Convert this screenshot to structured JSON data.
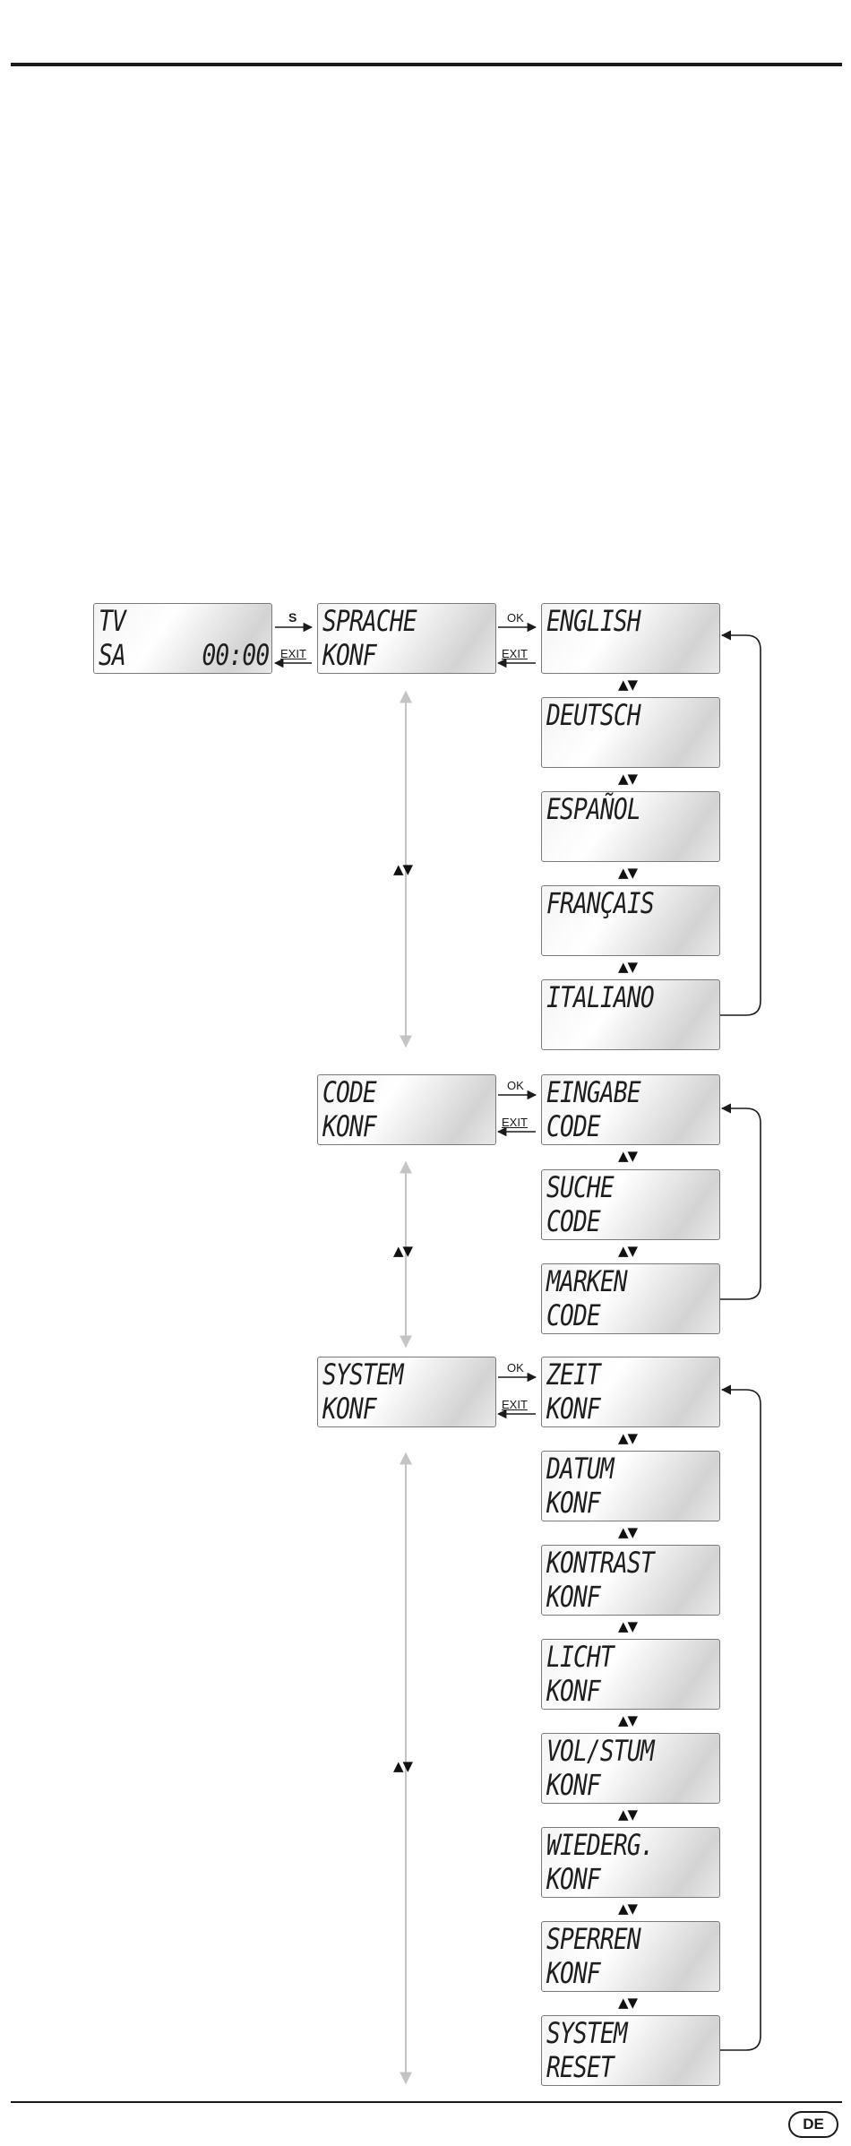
{
  "screens": {
    "start": {
      "line1": "TV",
      "line2": "SA",
      "time": "00:00"
    },
    "sprache_konf": {
      "line1": "SPRACHE",
      "line2": "KONF"
    },
    "code_konf": {
      "line1": "CODE",
      "line2": "KONF"
    },
    "system_konf": {
      "line1": "SYSTEM",
      "line2": "KONF"
    }
  },
  "languages": [
    "ENGLISH",
    "DEUTSCH",
    "ESPAÑOL",
    "FRANÇAIS",
    "ITALIANO"
  ],
  "code_menu": [
    {
      "line1": "EINGABE",
      "line2": "CODE"
    },
    {
      "line1": "SUCHE",
      "line2": "CODE"
    },
    {
      "line1": "MARKEN",
      "line2": "CODE"
    }
  ],
  "system_menu": [
    {
      "line1": "ZEIT",
      "line2": "KONF"
    },
    {
      "line1": "DATUM",
      "line2": "KONF"
    },
    {
      "line1": "KONTRAST",
      "line2": "KONF"
    },
    {
      "line1": "LICHT",
      "line2": "KONF"
    },
    {
      "line1": "VOL/STUM",
      "line2": "KONF"
    },
    {
      "line1": "WIEDERG.",
      "line2": "KONF"
    },
    {
      "line1": "SPERREN",
      "line2": "KONF"
    },
    {
      "line1": "SYSTEM",
      "line2": "RESET"
    }
  ],
  "keys": {
    "s": "S",
    "ok": "OK",
    "exit": "EXIT",
    "updown": "▲▼"
  },
  "page_badge": "DE"
}
